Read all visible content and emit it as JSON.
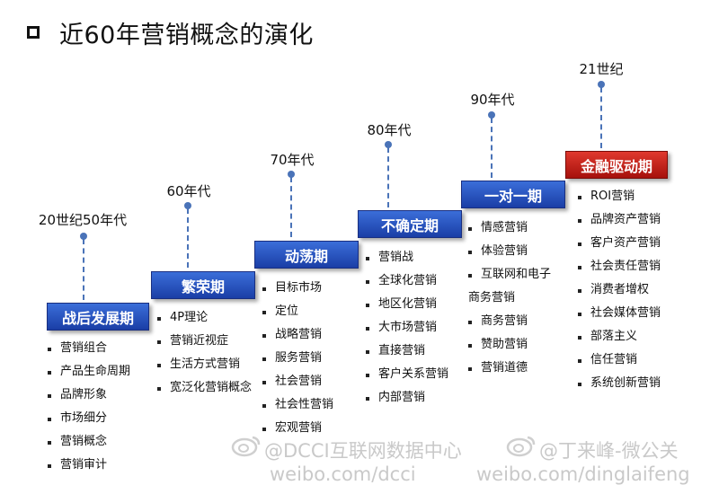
{
  "title": "近60年营销概念的演化",
  "eras": [
    {
      "period": "20世纪50年代",
      "stage": "战后发展期",
      "items": [
        "营销组合",
        "产品生命周期",
        "品牌形象",
        "市场细分",
        "营销概念",
        "营销审计"
      ]
    },
    {
      "period": "60年代",
      "stage": "繁荣期",
      "items": [
        "4P理论",
        "营销近视症",
        "生活方式营销",
        "宽泛化营销概念"
      ]
    },
    {
      "period": "70年代",
      "stage": "动荡期",
      "items": [
        "目标市场",
        "定位",
        "战略营销",
        "服务营销",
        "社会营销",
        "社会性营销",
        "宏观营销"
      ]
    },
    {
      "period": "80年代",
      "stage": "不确定期",
      "items": [
        "营销战",
        "全球化营销",
        "地区化营销",
        "大市场营销",
        "直接营销",
        "客户关系营销",
        "内部营销"
      ]
    },
    {
      "period": "90年代",
      "stage": "一对一期",
      "items": [
        "情感营销",
        "体验营销",
        "互联网和电子",
        "商务营销",
        "商务营销",
        "赞助营销",
        "营销道德"
      ]
    },
    {
      "period": "21世纪",
      "stage": "金融驱动期",
      "items": [
        "ROI营销",
        "品牌资产营销",
        "客户资产营销",
        "社会责任营销",
        "消费者增权",
        "社会媒体营销",
        "部落主义",
        "信任营销",
        "系统创新营销"
      ]
    }
  ],
  "watermarks": {
    "handle1": "@DCCI互联网数据中心",
    "url1": "weibo.com/dcci",
    "handle2": "@丁来峰-微公关",
    "url2": "weibo.com/dinglaifeng"
  },
  "colors": {
    "stage_blue": "#1f4fc0",
    "stage_red": "#c8211a",
    "dot": "#4a73b8"
  }
}
